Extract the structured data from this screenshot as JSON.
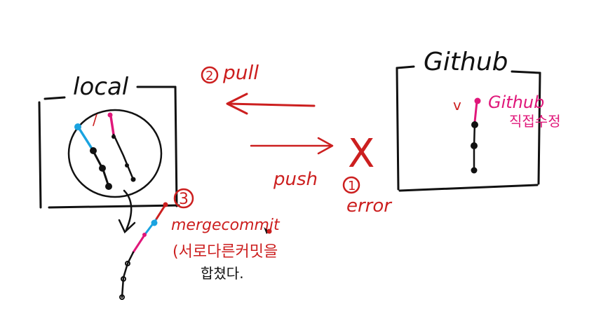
{
  "colors": {
    "ink": "#111111",
    "red": "#cc1f1f",
    "pink": "#e0177a",
    "blue": "#1aa3e0",
    "background": "#ffffff"
  },
  "labels": {
    "local_title": "local",
    "github_title": "Github",
    "pull_number": "2",
    "pull_label": "pull",
    "push_label": "push",
    "error_number": "1",
    "error_label": "error",
    "merge_number": "3",
    "merge_label": "mergecommit",
    "merge_note_line1": "(서로다른커밋을",
    "merge_note_line2": "합쳤다.",
    "github_note_line1": "Github",
    "github_note_line2": "직접수정",
    "local_marker": "/",
    "github_marker": "v",
    "error_cross": "X"
  }
}
